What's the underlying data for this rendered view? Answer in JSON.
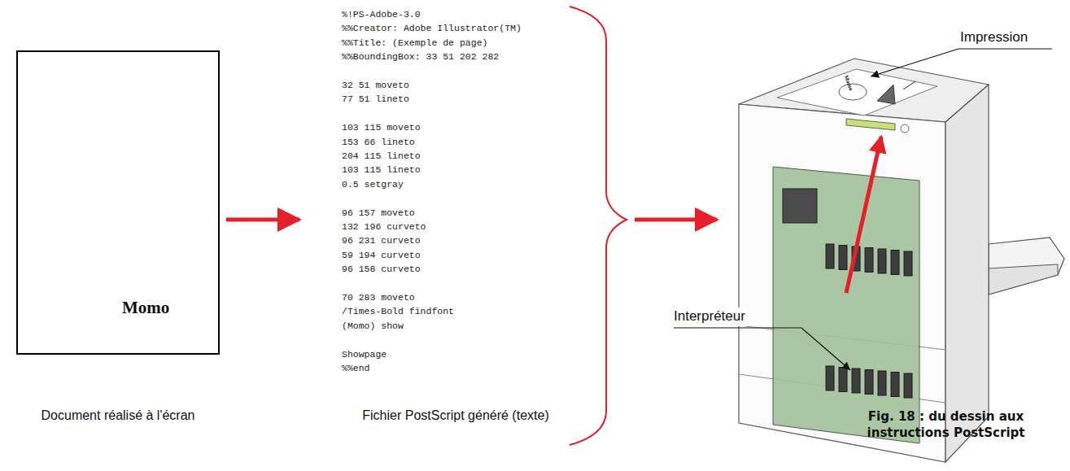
{
  "diagram": {
    "caption": "Fig. 18 : du dessin aux instructions PostScript",
    "nodes": [
      {
        "text": [
          "Momo"
        ]
      },
      {
        "text": [
          "%!PS-Adobe-3.0",
          "%%Creator: Adobe Illustrator(TM)",
          "%%Title: (Exemple de page)",
          "%%BoundingBox: 33 51 202 282",
          "32 51 moveto",
          "77 51 lineto",
          "103 115 moveto",
          "153 66 lineto",
          "204 115 lineto",
          "103 115 lineto",
          "0.5 setgray",
          "96 157 moveto",
          "132 196 curveto",
          "96 231 curveto",
          "59 194 curveto",
          "96 158 curveto",
          "70 283 moveto",
          "/Times-Bold findfont",
          "(Momo) show",
          "Showpage",
          "%%end"
        ]
      },
      {
        "text": [
          "Momo"
        ]
      }
    ],
    "edges": [
      {
        "from": 0,
        "to": 1,
        "arrow": "to"
      },
      {
        "from": 1,
        "to": 2,
        "arrow": "to"
      }
    ],
    "labels": [
      "Document réalisé à l'écran",
      "Fichier PostScript généré (texte)",
      "Impression",
      "Interpréteur"
    ]
  }
}
